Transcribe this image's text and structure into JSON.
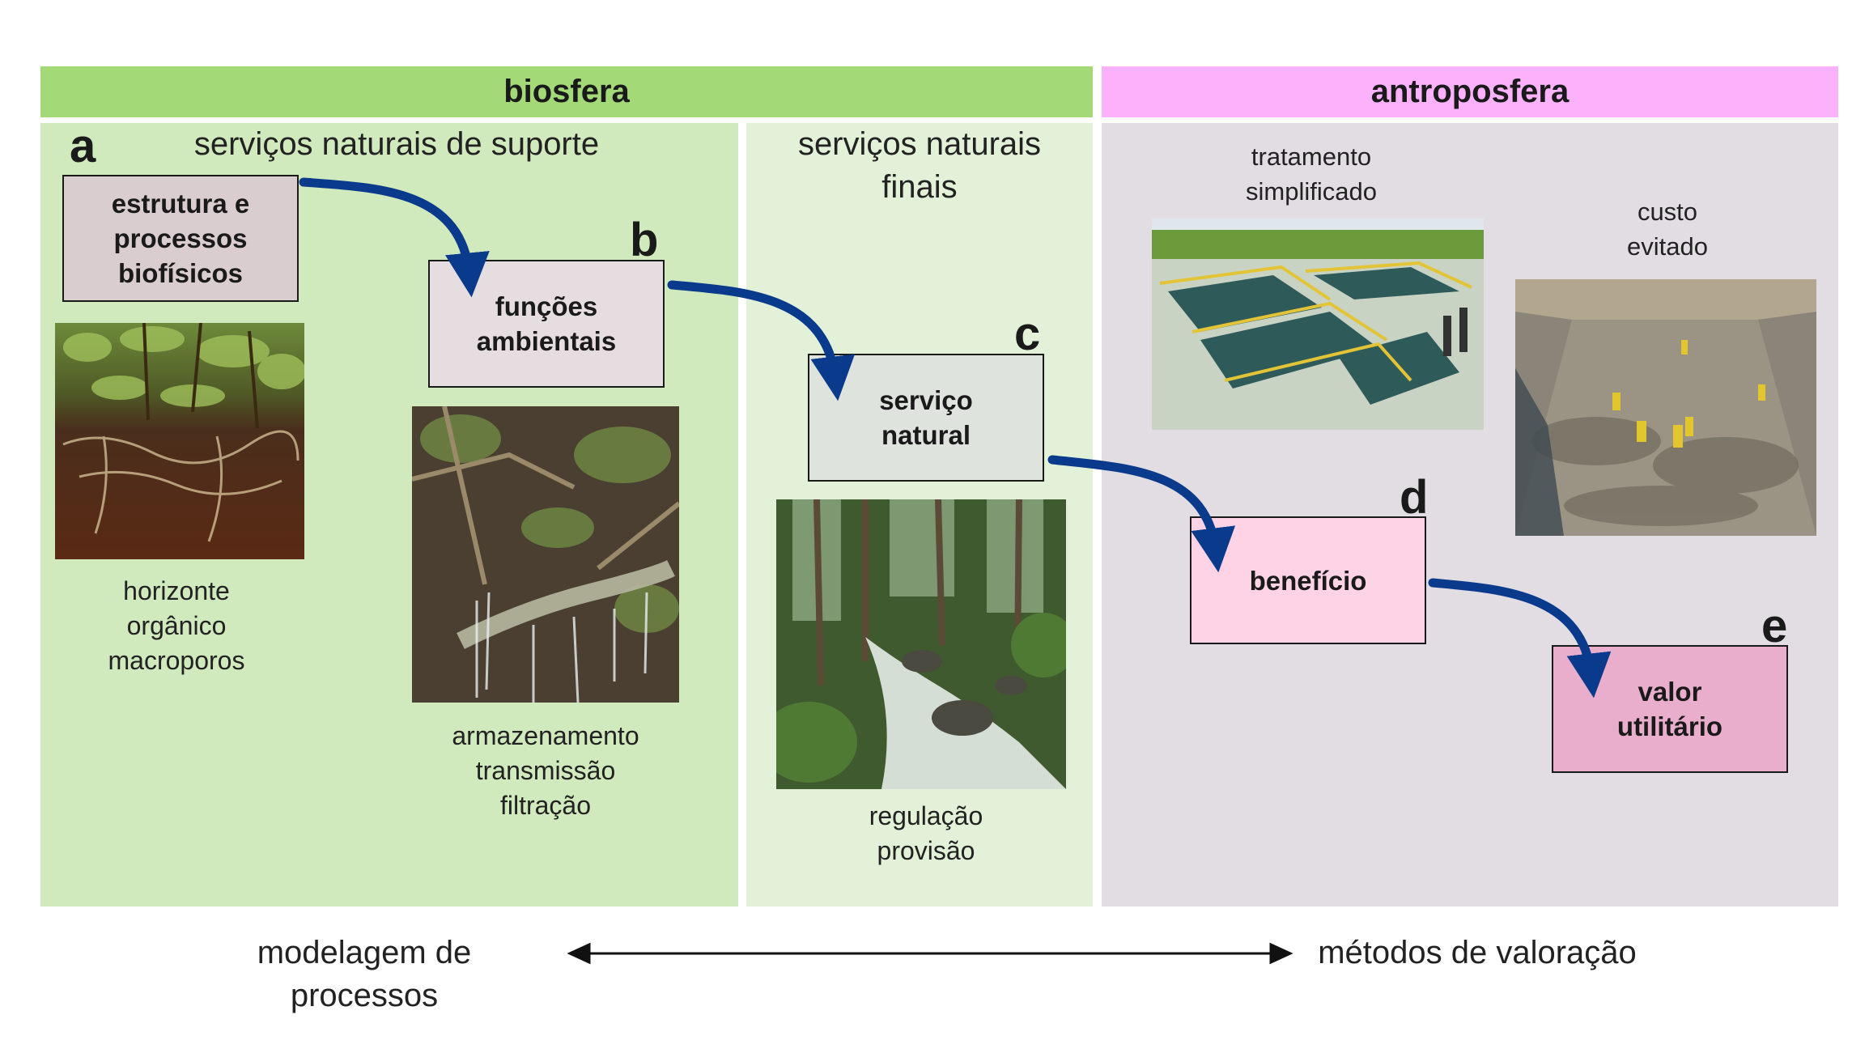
{
  "headers": {
    "biosphere": "biosfera",
    "anthroposphere": "antroposfera"
  },
  "sections": {
    "support": "serviços naturais de suporte",
    "final": "serviços naturais\nfinais"
  },
  "boxes": {
    "a": {
      "letter": "a",
      "label": "estrutura e\nprocessos\nbiofísicos"
    },
    "b": {
      "letter": "b",
      "label": "funções\nambientais"
    },
    "c": {
      "letter": "c",
      "label": "serviço\nnatural"
    },
    "d": {
      "letter": "d",
      "label": "benefício"
    },
    "e": {
      "letter": "e",
      "label": "valor\nutilitário"
    }
  },
  "captions": {
    "soil": "horizonte\norgânico\nmacroporos",
    "roots": "armazenamento\ntransmissão\nfiltração",
    "stream": "regulação\nprovisão",
    "treatment": "tratamento\nsimplificado",
    "avoided": "custo\nevitado"
  },
  "bottom": {
    "left": "modelagem de\nprocessos",
    "right": "métodos de valoração"
  },
  "colors": {
    "biosphere_header": "#a3d977",
    "anthroposphere_header": "#fbb2fb",
    "support_panel": "#d0e9bd",
    "final_panel": "#e2f1d7",
    "anthro_panel": "#e2dce3",
    "box_a": "#d9cdd0",
    "box_b": "#e5dde0",
    "box_c": "#dfe3de",
    "box_d": "#fdd3e5",
    "box_e": "#e8aecb",
    "arrow": "#0a3a8c"
  }
}
